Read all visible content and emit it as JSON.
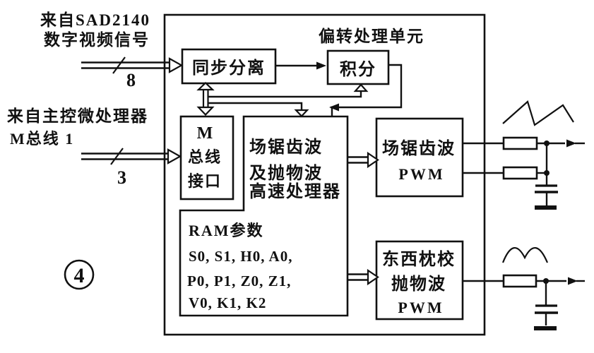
{
  "figure": {
    "title": "偏转处理单元",
    "number": "4"
  },
  "inputs": [
    {
      "line1": "来自SAD2140",
      "line2": "数字视频信号",
      "bus_width": "8"
    },
    {
      "line1": "来自主控微处理器",
      "line2": "M总线 1",
      "bus_width": "3"
    }
  ],
  "blocks": {
    "sync": {
      "label": "同步分离"
    },
    "integrator": {
      "label": "积分"
    },
    "mbus": {
      "lines": [
        "M",
        "总线",
        "接口"
      ]
    },
    "processor": {
      "lines": [
        "场锯齿波",
        "及抛物波",
        "高速处理器"
      ]
    },
    "ram": {
      "lines": [
        "RAM参数",
        "S0, S1, H0, A0,",
        "P0, P1, Z0, Z1,",
        "V0, K1, K2"
      ]
    },
    "v_pwm": {
      "lines": [
        "场锯齿波",
        "PWM"
      ]
    },
    "ew_pwm": {
      "lines": [
        "东西枕校",
        "抛物波",
        "PWM"
      ]
    }
  },
  "symbols": {
    "sawtooth": "sawtooth-wave-icon",
    "parabola": "parabola-wave-icon"
  },
  "colors": {
    "ink": "#111111",
    "background": "#ffffff"
  }
}
